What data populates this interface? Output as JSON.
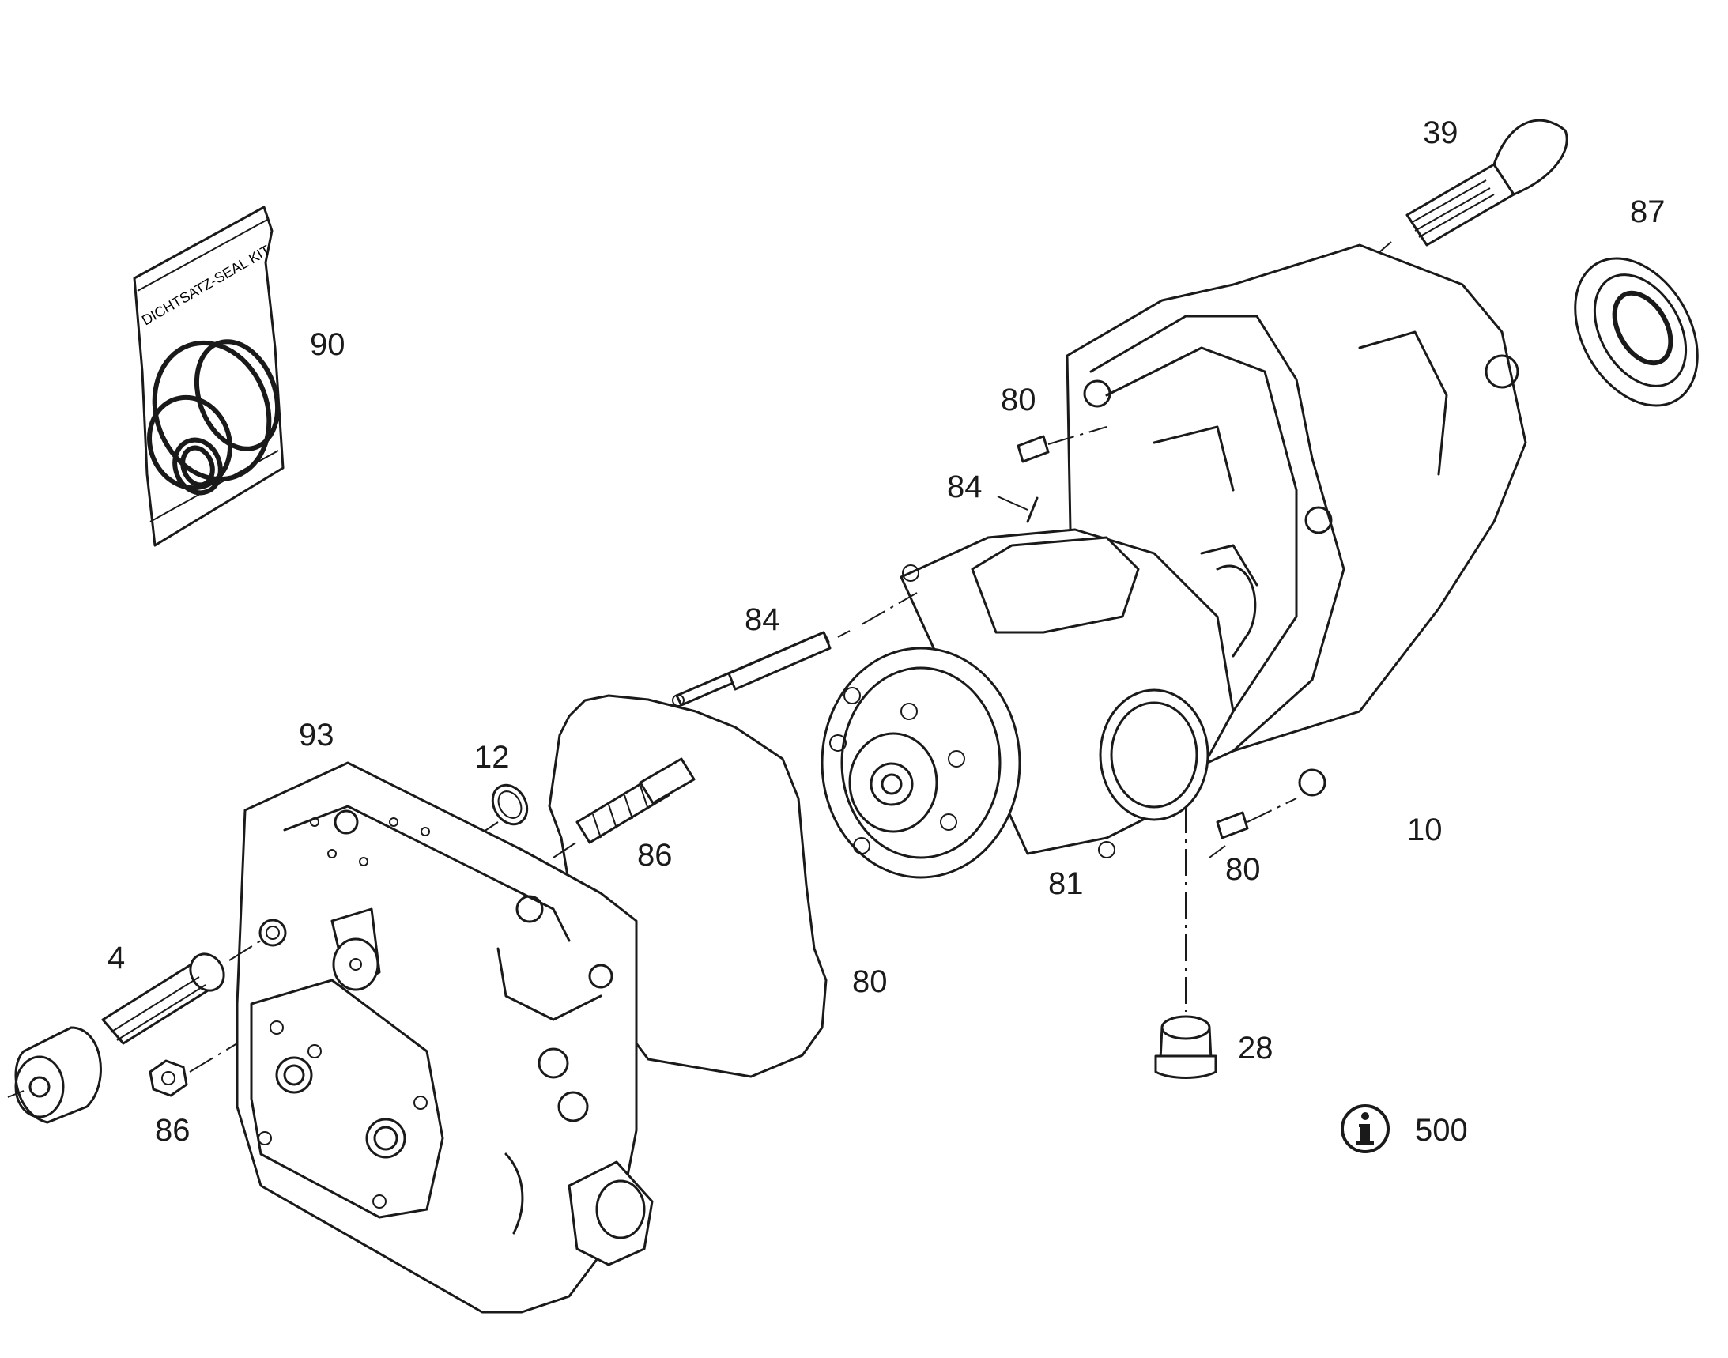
{
  "diagram": {
    "seal_kit_text": "DICHTSATZ-SEAL KIT",
    "info_icon": "info-circle-icon",
    "info_number": "500",
    "callouts": {
      "c39": "39",
      "c87": "87",
      "c90": "90",
      "c80_top": "80",
      "c84_upper": "84",
      "c84_lower": "84",
      "c93": "93",
      "c12": "12",
      "c86_right": "86",
      "c10": "10",
      "c81": "81",
      "c80_mid": "80",
      "c4": "4",
      "c80_gasket": "80",
      "c28": "28",
      "c86_left": "86"
    }
  }
}
